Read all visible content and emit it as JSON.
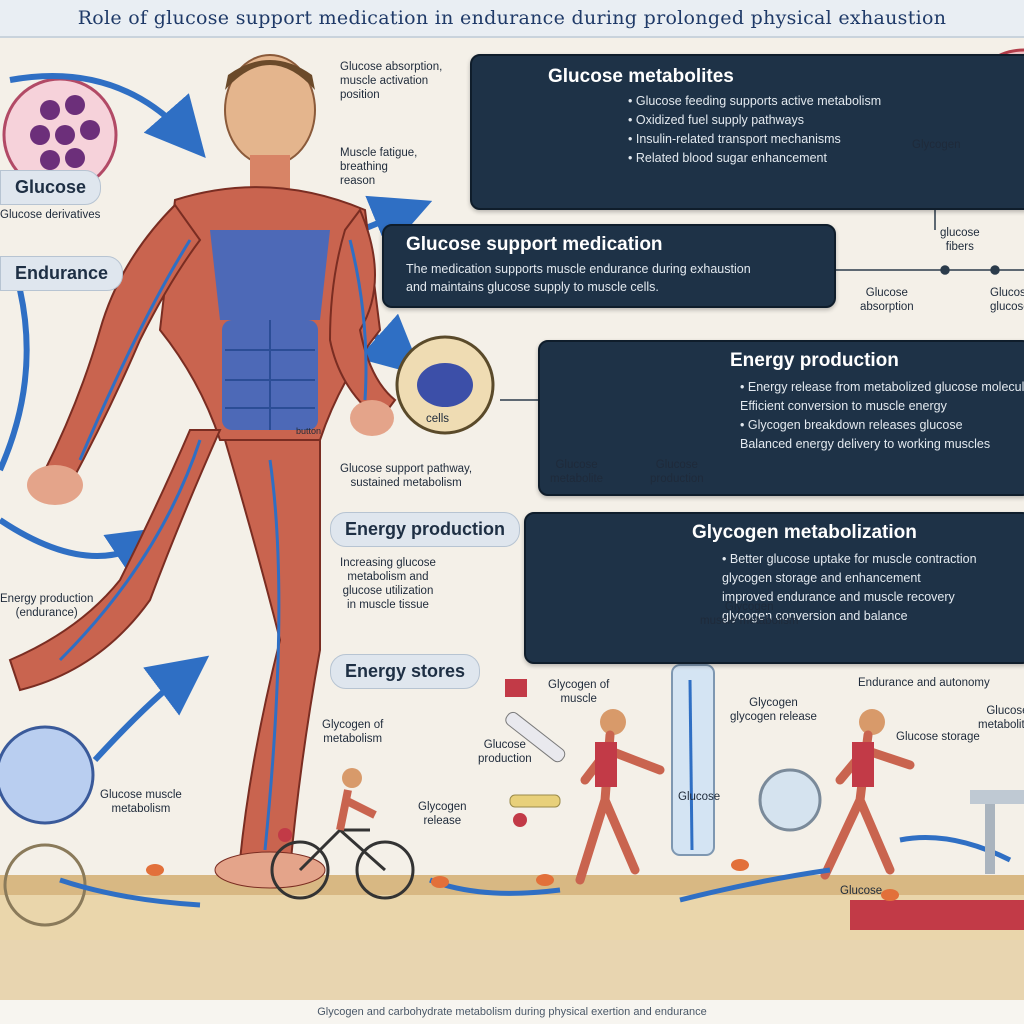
{
  "title": "Role of glucose support medication in endurance during prolonged physical exhaustion",
  "panels": {
    "glucose": {
      "title": "Glucose metabolites",
      "bullets": [
        "Glucose feeding supports active metabolism",
        "Oxidized fuel supply pathways",
        "Insulin-related transport mechanisms",
        "Related blood sugar enhancement"
      ]
    },
    "medication": {
      "title": "Glucose support medication",
      "lines": [
        "The medication supports muscle endurance during exhaustion",
        "and maintains glucose supply to muscle cells."
      ]
    },
    "energy": {
      "title": "Energy production",
      "bullets": [
        "Energy release from metabolized glucose molecules",
        "Efficient conversion to muscle energy",
        "Glycogen breakdown releases glucose",
        "Balanced energy delivery to working muscles"
      ]
    },
    "glycogen": {
      "title": "Glycogen metabolization",
      "bullets": [
        "Better glucose uptake for muscle contraction",
        "glycogen storage and enhancement",
        "improved endurance and muscle recovery",
        "glycogen conversion and balance"
      ]
    }
  },
  "pills": {
    "a": "Glucose",
    "b": "Endurance",
    "c": "Energy production",
    "d": "Energy stores"
  },
  "labels": {
    "glucose_absorption": "Glucose absorption,\nmuscle activation\nposition",
    "muscle_fatigue": "Muscle fatigue,\nbreathing\nreason",
    "glucose_support_pathway": "Glucose support pathway,\nsustained metabolism",
    "increasing_glucose": "Increasing glucose\nmetabolism and\nglucose utilization\nin muscle tissue",
    "glycogen_of_metabolism": "Glycogen of\nmetabolism",
    "glycogen_muscle": "Glycogen of\nmuscle",
    "glycogen_tube": "Glycogen\nglycogen release",
    "endurance_autonomy": "Endurance and autonomy",
    "glucose_storage": "Glucose storage",
    "glucose_production": "Glucose\nproduction",
    "glycogen_release": "Glycogen\nrelease",
    "muscle_metabolism": "Glucose muscle\nmetabolism",
    "energy_production_side": "Energy production\n(endurance)",
    "glucose_derivatives": "Glucose derivatives",
    "glucose_bottom": "Glucose",
    "glucose_absorption_small": "Glucose\nabsorption",
    "glycogen_label": "Glycogen",
    "glucose_tube_label": "Glucose",
    "metabolites_side": "Glucose\nmetabolites",
    "muscle_metabolization": "Glycogen\nmuscle metabolism",
    "glucose_cell": "cells",
    "glucose_metabolic": "Glucose\nmetabolite",
    "muscle_prod": "Glucose\nproduction",
    "glucose_short": "glucose\nfibers",
    "button": "button",
    "glucose_pair": "Glucose\nglucose"
  },
  "footer": "Glycogen and carbohydrate metabolism during physical exertion and endurance",
  "colors": {
    "panel": "#1e3247",
    "muscle": "#c9644f",
    "vein": "#2f6fc4",
    "ground": "#e9d3a6"
  }
}
